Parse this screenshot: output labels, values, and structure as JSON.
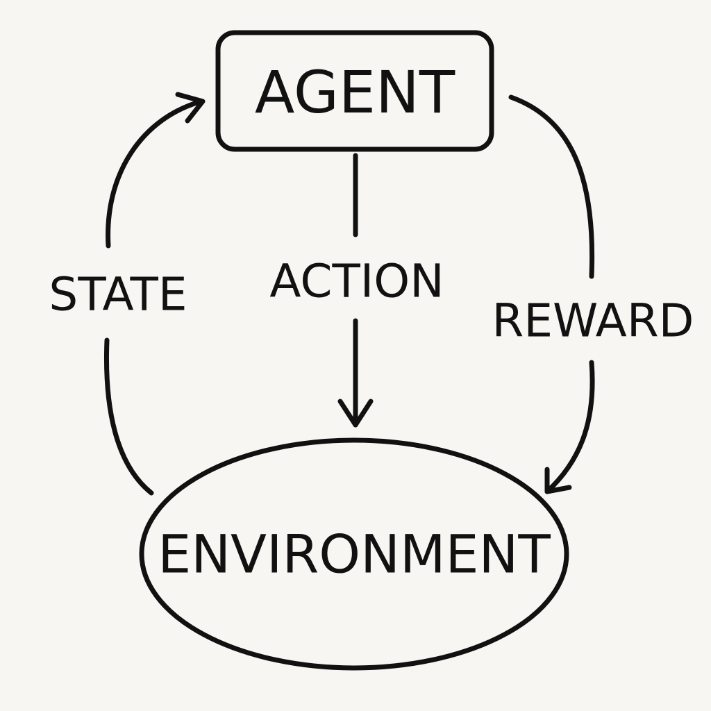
{
  "diagram": {
    "nodes": {
      "agent": {
        "label": "AGENT",
        "shape": "rounded-rectangle"
      },
      "environment": {
        "label": "ENVIRONMENT",
        "shape": "ellipse"
      }
    },
    "edges": {
      "state": {
        "label": "STATE",
        "from": "environment",
        "to": "agent"
      },
      "action": {
        "label": "ACTION",
        "from": "agent",
        "to": "environment"
      },
      "reward": {
        "label": "REWARD",
        "from": "agent",
        "to": "environment"
      }
    },
    "colors": {
      "background": "#f7f6f2",
      "ink": "#111111"
    }
  }
}
